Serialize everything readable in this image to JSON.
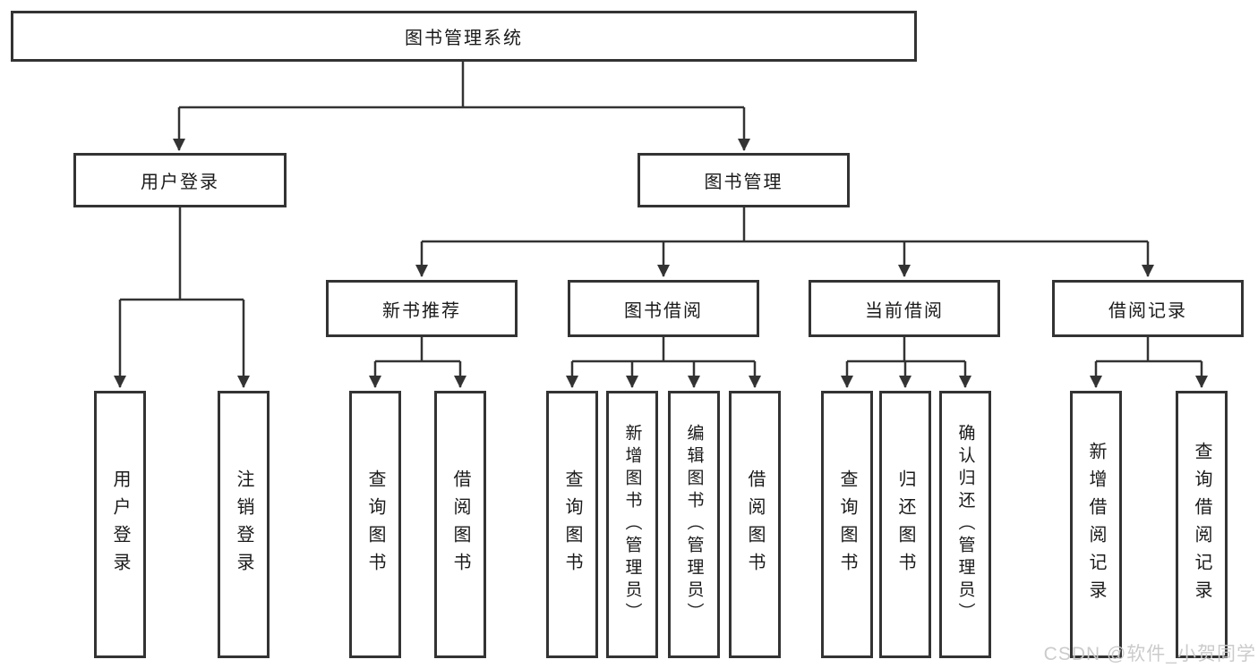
{
  "diagram": {
    "root": "图书管理系统",
    "branches": [
      {
        "label": "用户登录",
        "children": [
          "用户登录",
          "注销登录"
        ]
      },
      {
        "label": "图书管理"
      }
    ],
    "modules": [
      {
        "label": "新书推荐",
        "children": [
          "查询图书",
          "借阅图书"
        ]
      },
      {
        "label": "图书借阅",
        "children": [
          "查询图书",
          "新增图书（管理员）",
          "编辑图书（管理员）",
          "借阅图书"
        ]
      },
      {
        "label": "当前借阅",
        "children": [
          "查询图书",
          "归还图书",
          "确认归还（管理员）"
        ]
      },
      {
        "label": "借阅记录",
        "children": [
          "新增借阅记录",
          "查询借阅记录"
        ]
      }
    ]
  },
  "watermark": {
    "text": "CSDN @软件_小贺同学"
  },
  "colors": {
    "line": "#333333",
    "box_border": "#333333",
    "box_fill": "#ffffff",
    "text": "#1a1a1a",
    "watermark": "#c9c9c9",
    "background": "#ffffff"
  }
}
